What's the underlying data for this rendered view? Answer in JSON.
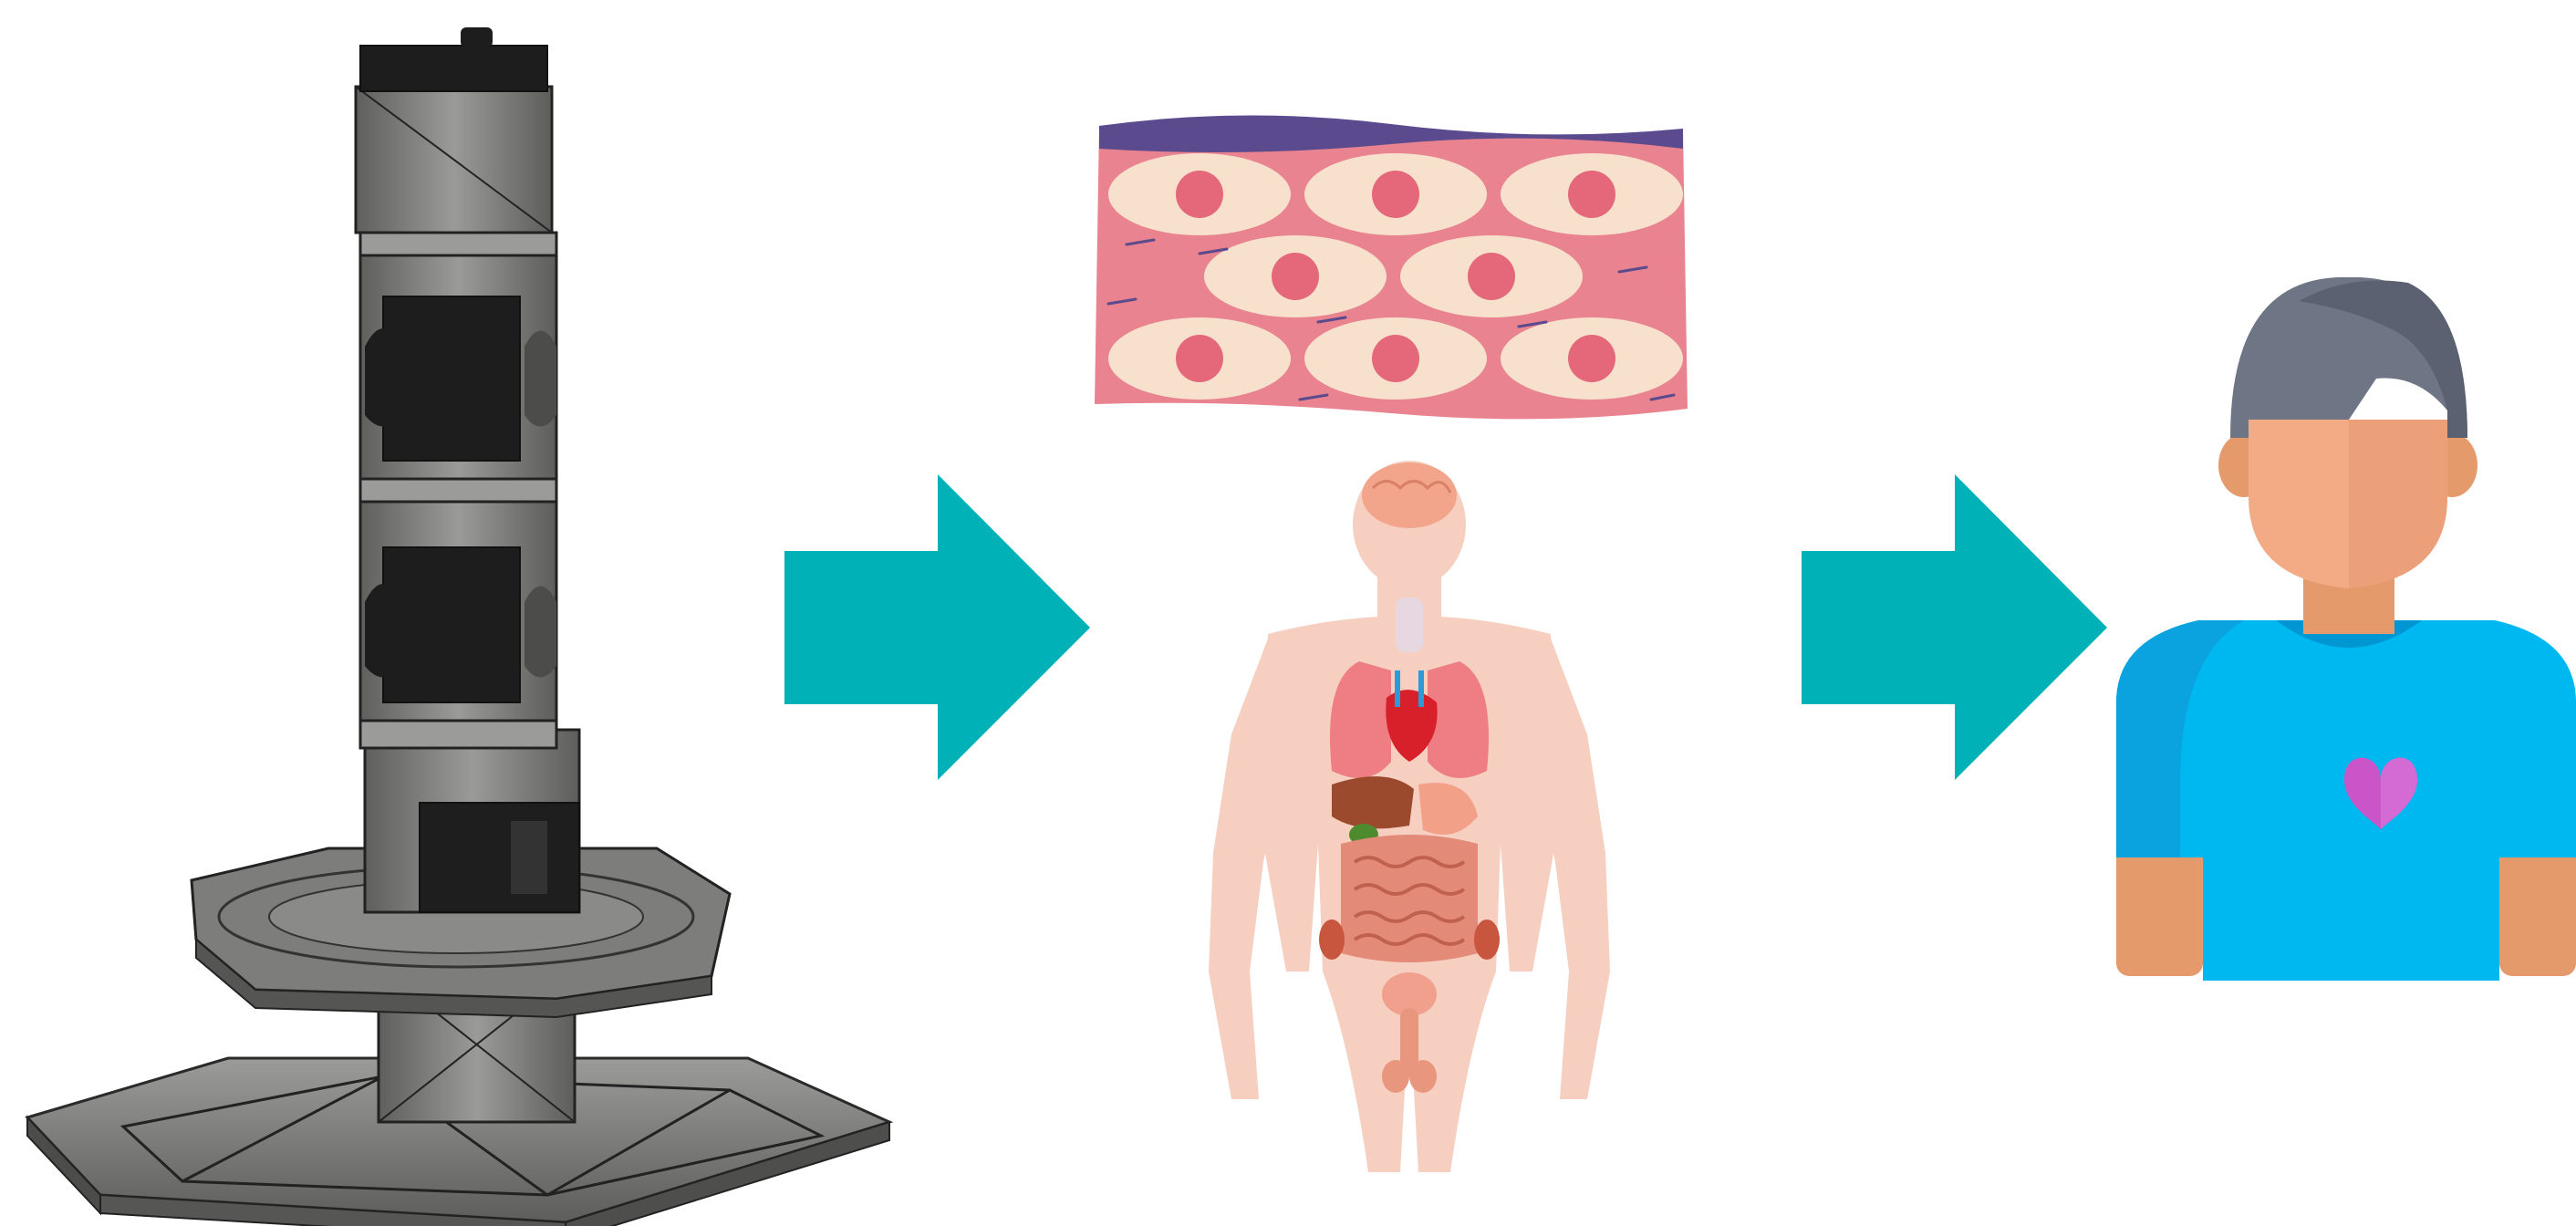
{
  "diagram": {
    "flow": [
      "robotic-servo-tower",
      "arrow",
      "tissue-and-human-anatomy",
      "arrow",
      "healthy-person"
    ]
  },
  "colors": {
    "arrow": "#00B2B7",
    "robot_dark": "#1e1e1e",
    "robot_gray": "#8c8d8a",
    "tissue_pink": "#E8838F",
    "tissue_cell": "#F7E0CC",
    "tissue_nucleus": "#E4687A",
    "tissue_membrane": "#5B4A8E",
    "body_skin": "#F6CFC0",
    "person_shirt": "#00B8F0",
    "person_hair": "#6E7585",
    "person_skin": "#F2AB85",
    "heart": "#C955C9"
  },
  "icons": [
    "robot-arm-icon",
    "arrow-right-icon",
    "tissue-icon",
    "anatomy-body-icon",
    "person-icon",
    "heart-icon"
  ]
}
